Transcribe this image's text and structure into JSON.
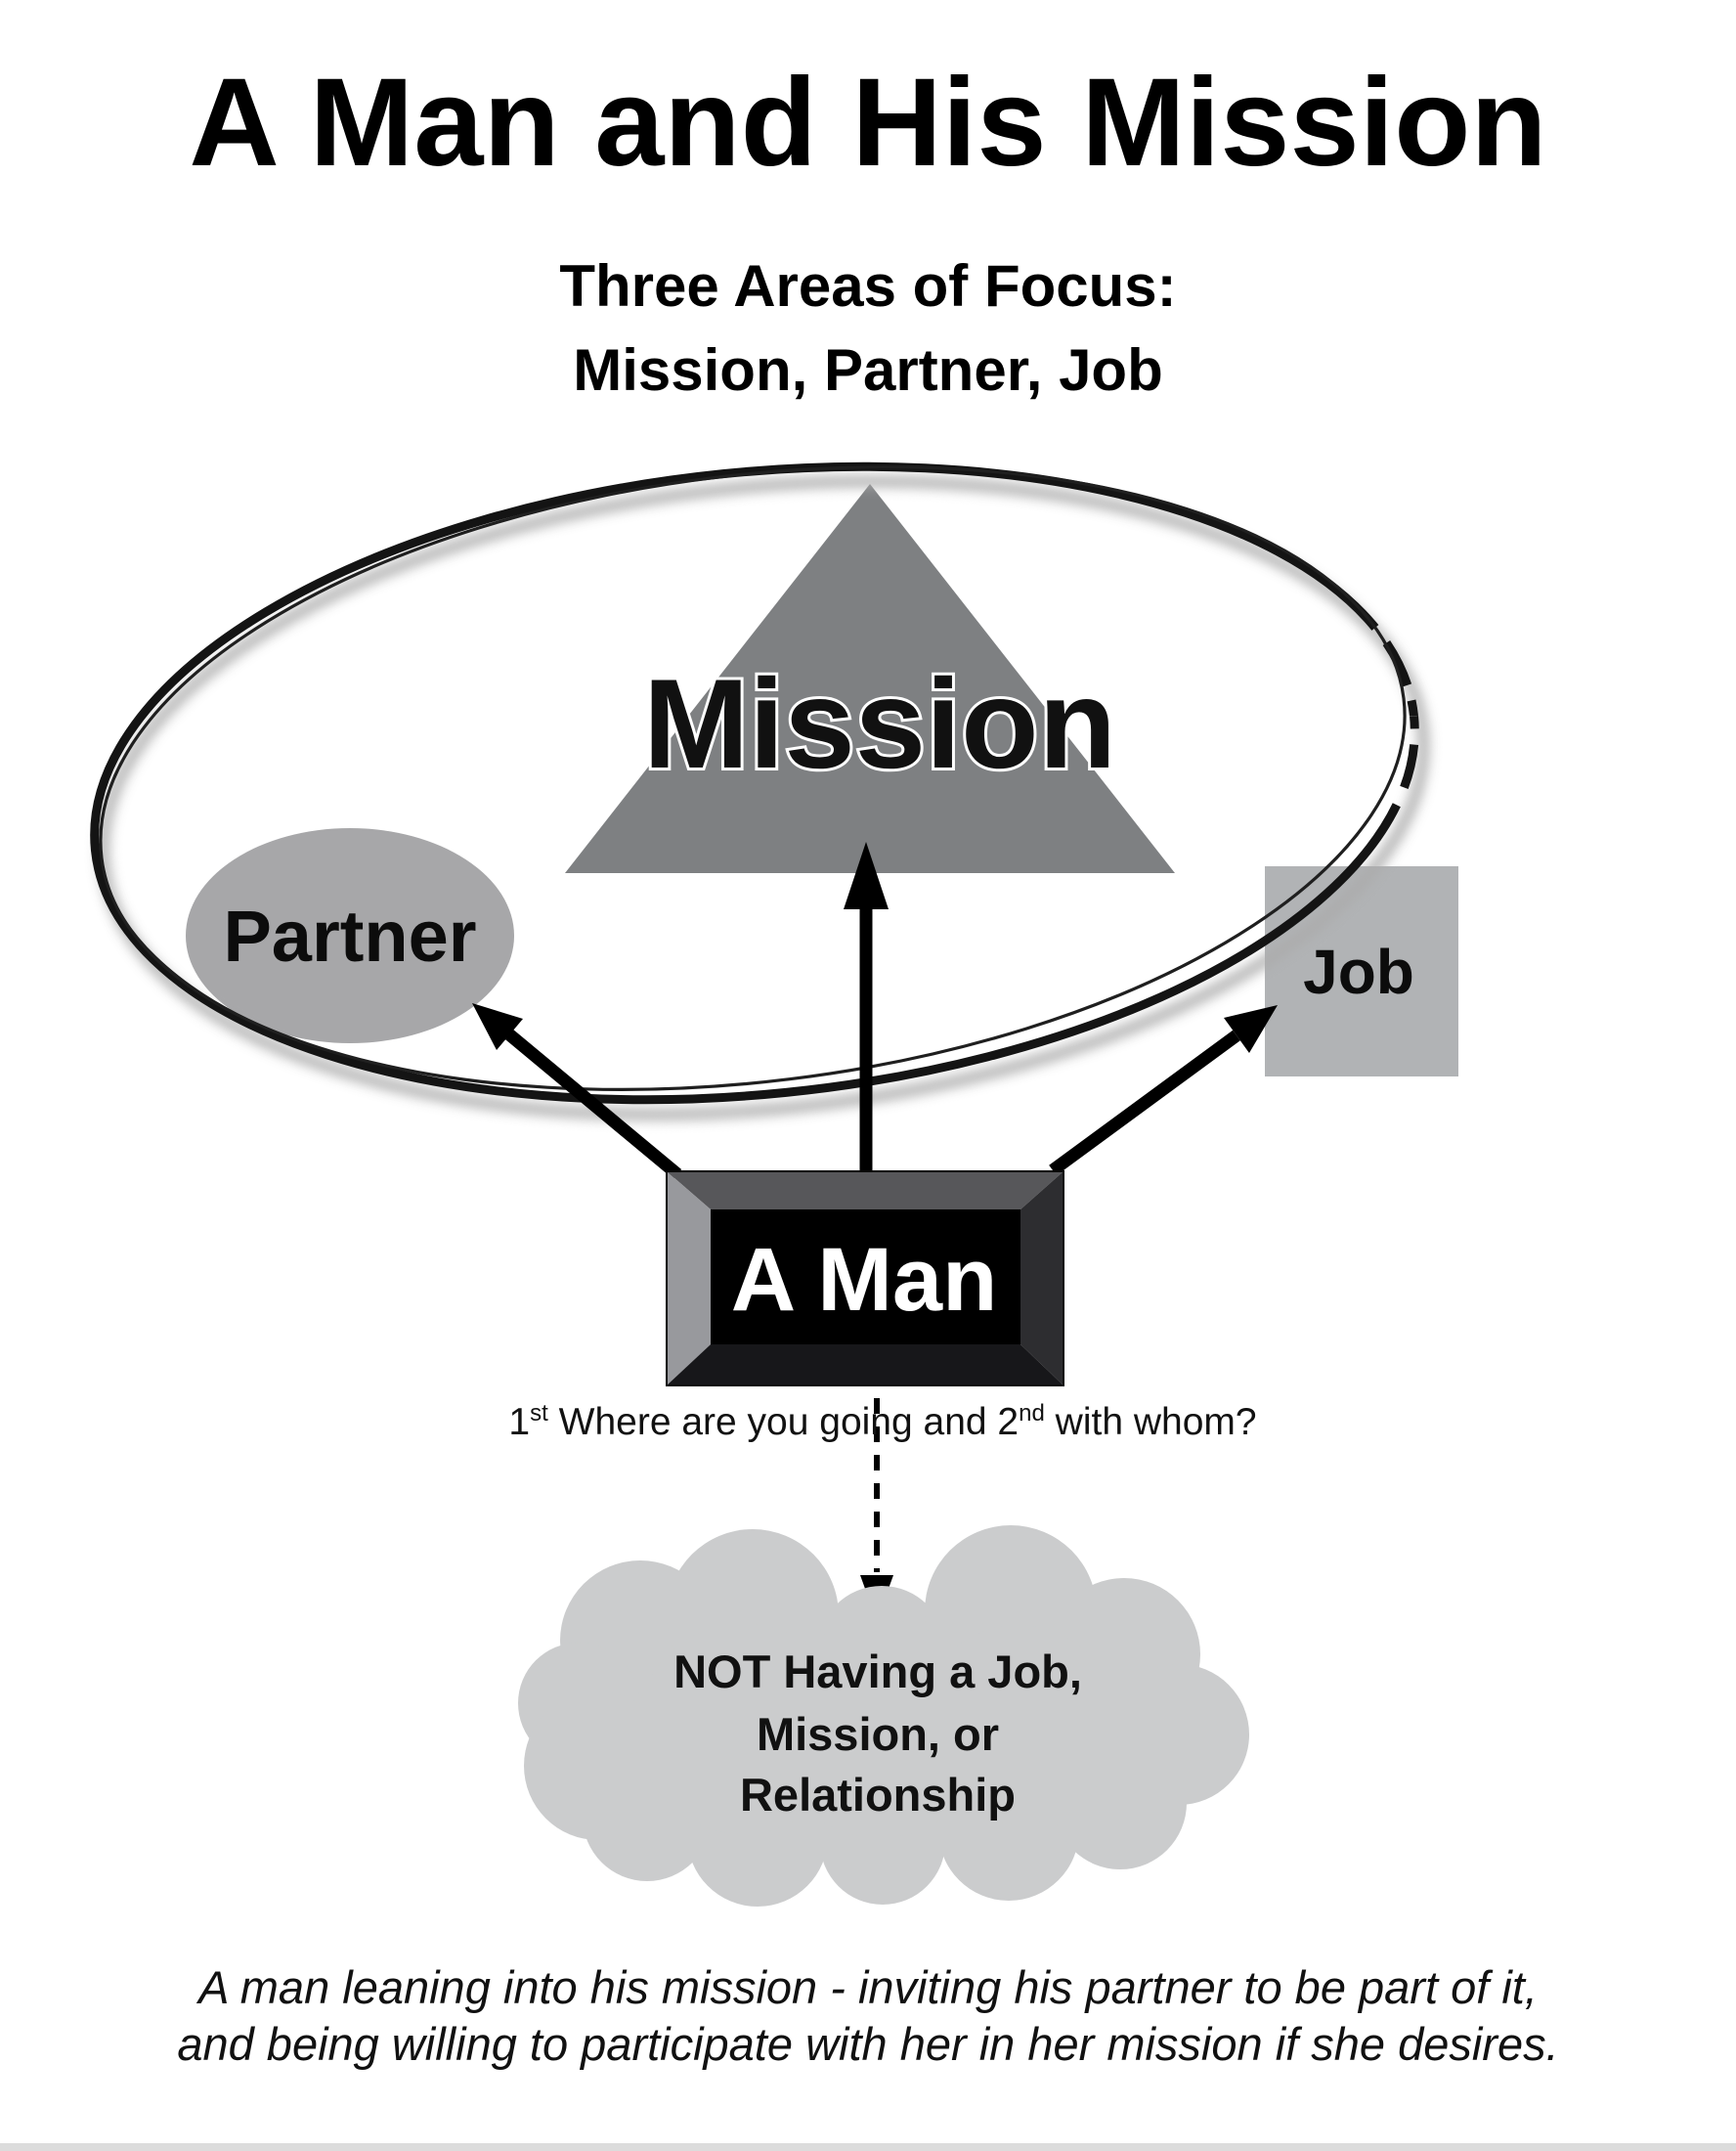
{
  "page": {
    "title": "A Man and His Mission",
    "subtitle_line1": "Three Areas of Focus:",
    "subtitle_line2": "Mission, Partner, Job"
  },
  "diagram": {
    "mission_label": "Mission",
    "partner_label": "Partner",
    "job_label": "Job",
    "man_label": "A Man",
    "question": {
      "seg1": "1",
      "sup1": "st",
      "seg2": " Where are you going and 2",
      "sup2": "nd",
      "seg3": " with whom?"
    },
    "cloud": {
      "line1": "NOT Having a Job,",
      "line2": "Mission, or",
      "line3": "Relationship"
    }
  },
  "caption": {
    "line1": "A man leaning into his mission - inviting his partner to be part of it,",
    "line2": "and being willing to participate with her in her mission if she desires."
  },
  "colors": {
    "ink": "#000000",
    "triangle": "#7e8082",
    "partner": "#a7a7a9",
    "job": "#b1b3b5",
    "cloud": "#cbcccd",
    "man_text": "#ffffff"
  }
}
